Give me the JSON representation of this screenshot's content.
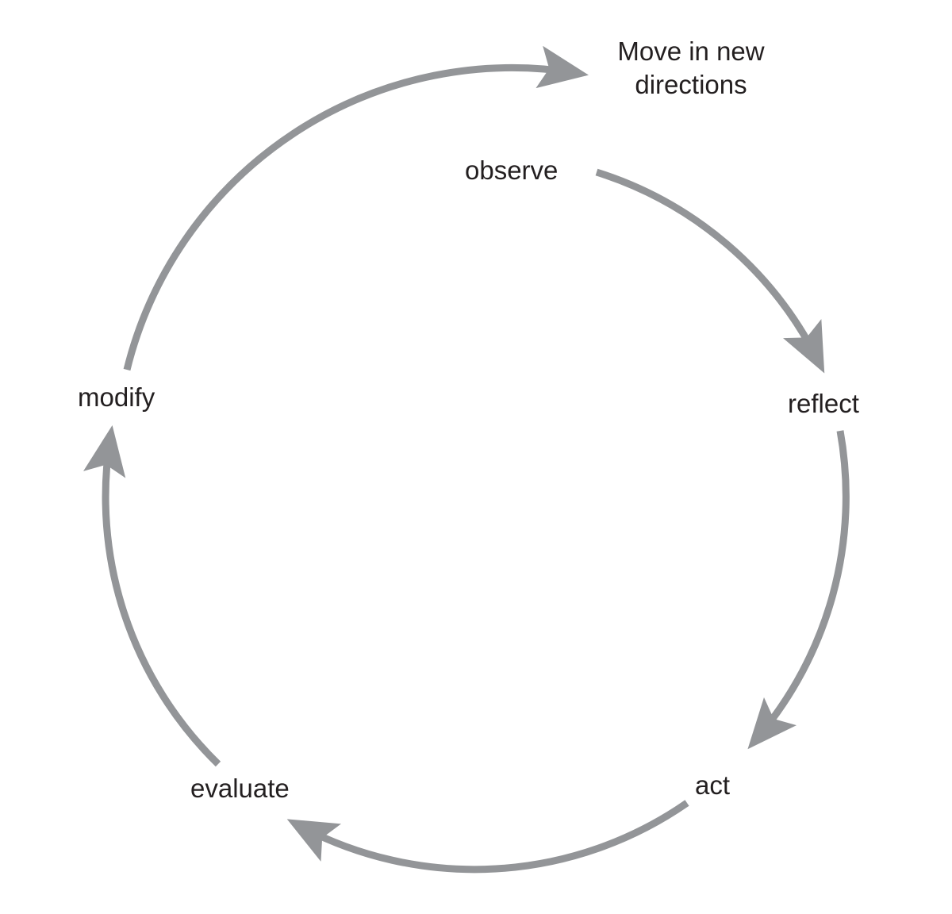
{
  "diagram": {
    "type": "cycle",
    "arrow_color": "#939598",
    "text_color": "#231f20",
    "nodes": [
      {
        "id": "observe",
        "label": "observe"
      },
      {
        "id": "reflect",
        "label": "reflect"
      },
      {
        "id": "act",
        "label": "act"
      },
      {
        "id": "evaluate",
        "label": "evaluate"
      },
      {
        "id": "modify",
        "label": "modify"
      }
    ],
    "exit": {
      "line1": "Move in new",
      "line2": "directions"
    },
    "edges": [
      {
        "from": "observe",
        "to": "reflect"
      },
      {
        "from": "reflect",
        "to": "act"
      },
      {
        "from": "act",
        "to": "evaluate"
      },
      {
        "from": "evaluate",
        "to": "modify"
      },
      {
        "from": "modify",
        "to": "Move in new directions"
      }
    ]
  }
}
